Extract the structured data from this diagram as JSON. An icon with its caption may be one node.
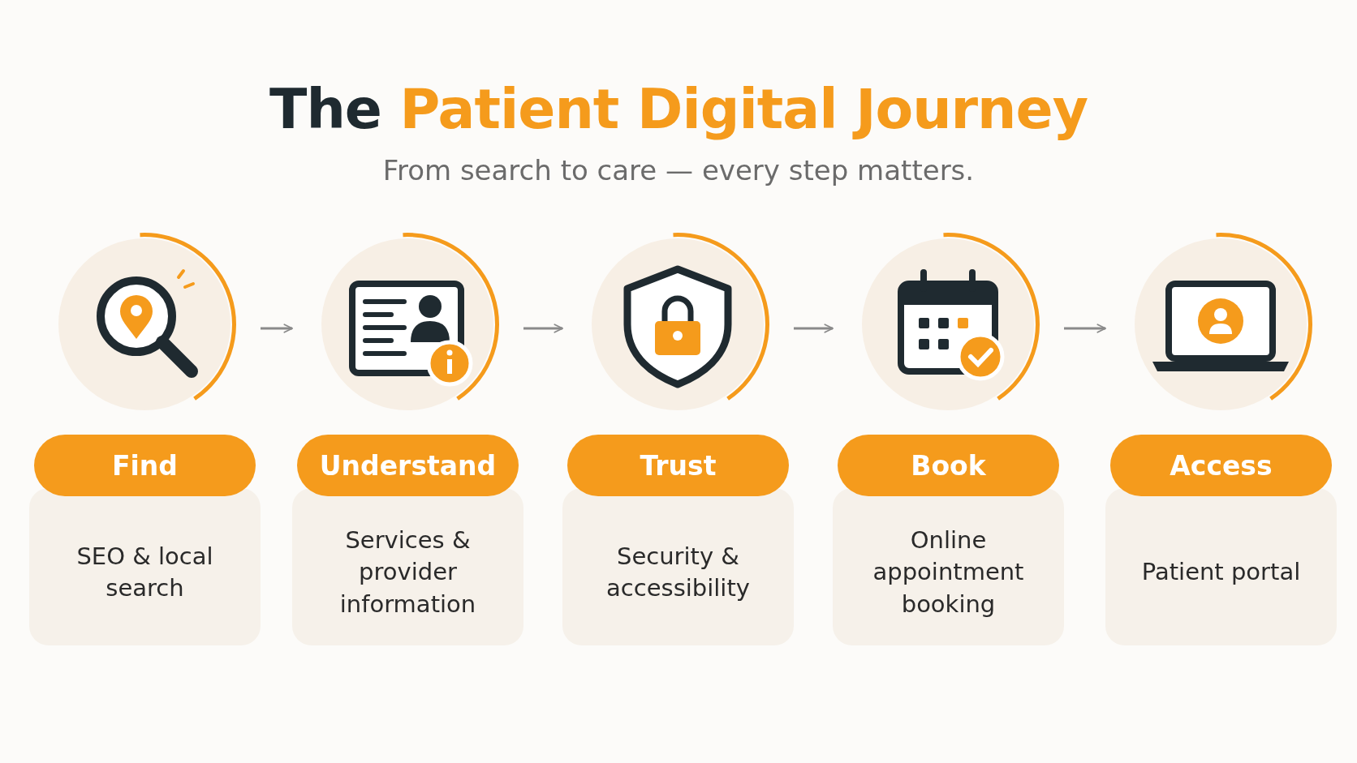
{
  "diagram": {
    "title": "The Patient Digital Journey",
    "caption": "From search to care — every step matters.",
    "nodes": [
      {
        "text": [
          "Find",
          "SEO & local search"
        ]
      },
      {
        "text": [
          "Understand",
          "Services & provider information"
        ]
      },
      {
        "text": [
          "Trust",
          "Security & accessibility"
        ]
      },
      {
        "text": [
          "Book",
          "Online appointment booking"
        ]
      },
      {
        "text": [
          "Access",
          "Patient portal"
        ]
      }
    ],
    "edges": [
      {
        "from": 0,
        "to": 1,
        "arrow": "to"
      },
      {
        "from": 1,
        "to": 2,
        "arrow": "to"
      },
      {
        "from": 2,
        "to": 3,
        "arrow": "to"
      },
      {
        "from": 3,
        "to": 4,
        "arrow": "to"
      }
    ]
  }
}
